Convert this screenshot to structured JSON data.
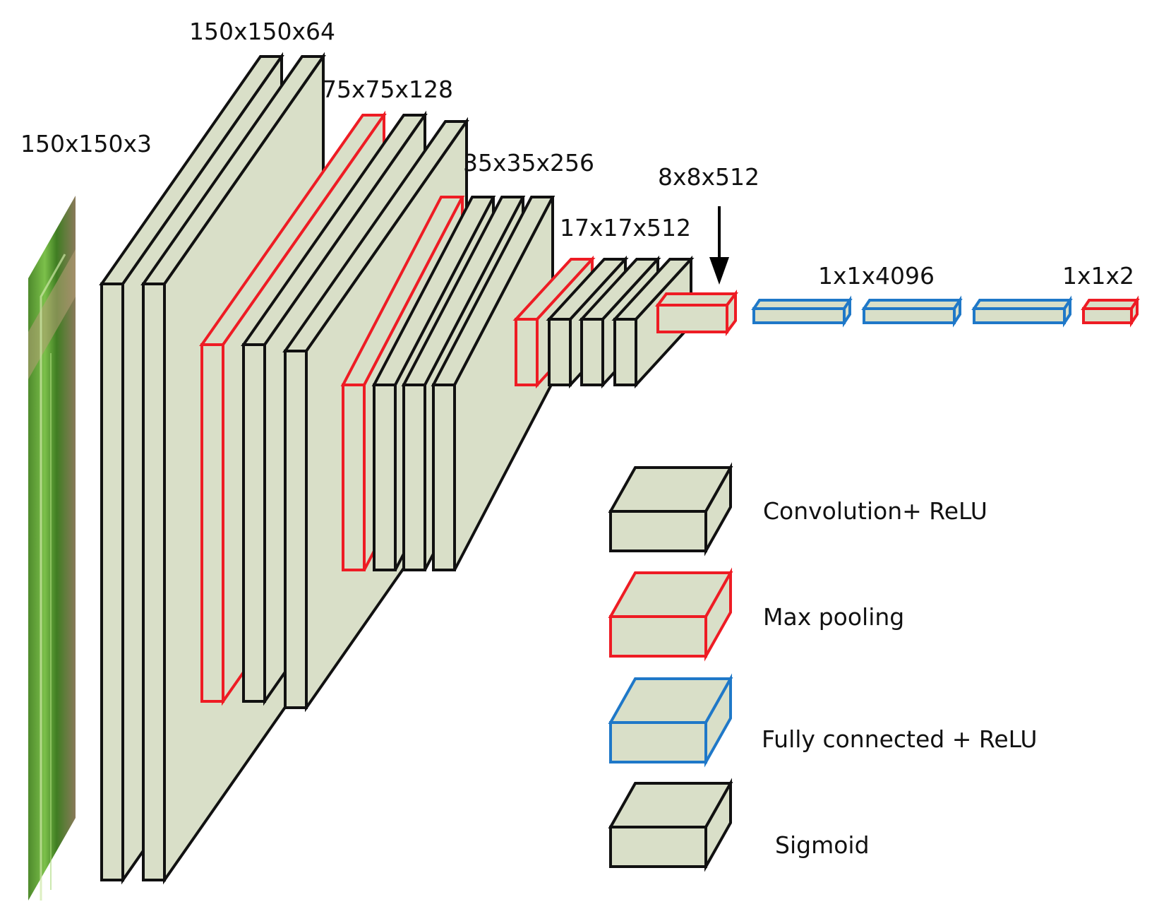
{
  "colors": {
    "fill": "#d9dfc8",
    "conv": "#111111",
    "pool": "#ee1c24",
    "fc": "#1f78c8",
    "sigmoid": "#111111",
    "arrow": "#000000"
  },
  "labels": {
    "input": "150x150x3",
    "block1": "150x150x64",
    "block2": "75x75x128",
    "block3": "35x35x256",
    "block4": "17x17x512",
    "pool5": "8x8x512",
    "fc": "1x1x4096",
    "output": "1x1x2"
  },
  "legend": {
    "conv": "Convolution+ ReLU",
    "pool": "Max pooling",
    "fc": "Fully connected + ReLU",
    "sigmoid": "Sigmoid"
  },
  "input_image": {
    "icon": "leaf-photo"
  }
}
